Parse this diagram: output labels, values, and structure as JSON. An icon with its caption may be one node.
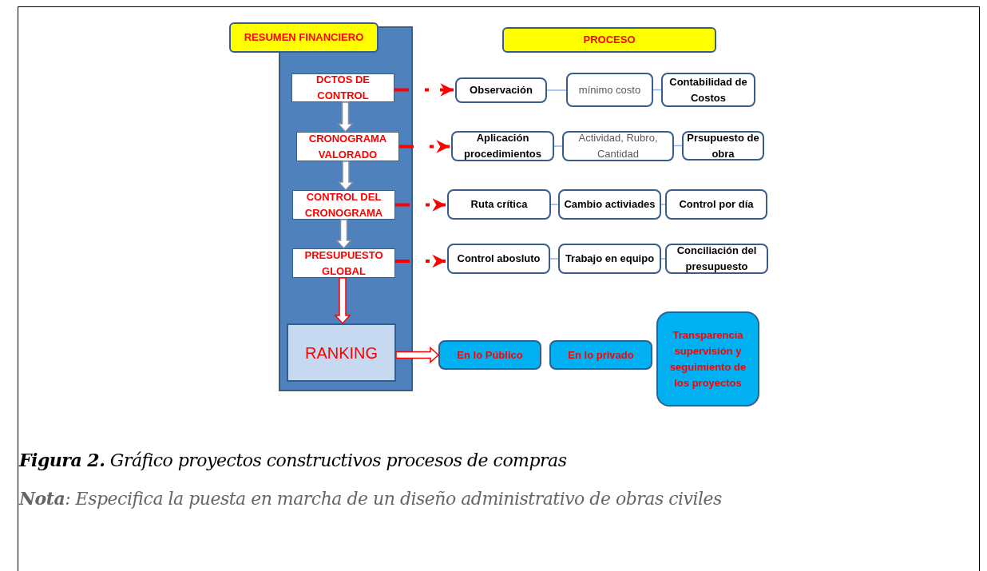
{
  "diagram": {
    "caption": "**Figura 2.** Gráfico proyectos constructivos procesos de compras",
    "nodes": [
      {
        "text": [],
        "shape": "box"
      },
      {
        "text": [
          "RESUMEN FINANCIERO"
        ]
      },
      {
        "text": [
          "PROCESO"
        ]
      },
      {
        "text": [
          "DCTOS DE CONTROL"
        ],
        "in": 0
      },
      {
        "text": [
          "CRONOGRAMA VALORADO"
        ],
        "in": 0
      },
      {
        "text": [
          "CONTROL DEL CRONOGRAMA"
        ],
        "in": 0
      },
      {
        "text": [
          "PRESUPUESTO GLOBAL"
        ],
        "in": 0
      },
      {
        "text": [
          "RANKING"
        ],
        "in": 0
      },
      {
        "text": [
          "Observación"
        ]
      },
      {
        "text": [
          "mínimo costo"
        ]
      },
      {
        "text": [
          "Contabilidad de Costos"
        ]
      },
      {
        "text": [
          "Aplicación procedimientos"
        ]
      },
      {
        "text": [
          "Actividad, Rubro, Cantidad"
        ]
      },
      {
        "text": [
          "Prsupuesto de obra"
        ]
      },
      {
        "text": [
          "Ruta crítica"
        ]
      },
      {
        "text": [
          "Cambio activiades"
        ]
      },
      {
        "text": [
          "Control por día"
        ]
      },
      {
        "text": [
          "Control abosluto"
        ]
      },
      {
        "text": [
          "Trabajo en equipo"
        ]
      },
      {
        "text": [
          "Conciliación del presupuesto"
        ]
      },
      {
        "text": [
          "En lo Público"
        ]
      },
      {
        "text": [
          "En lo privado"
        ]
      },
      {
        "text": [
          "Transparencia supervisión y seguimiento de los proyectos"
        ]
      }
    ],
    "edges": [
      {
        "from": 3,
        "to": 4,
        "arrow": "to",
        "style": "thick",
        "color": "#ffffff"
      },
      {
        "from": 4,
        "to": 5,
        "arrow": "to",
        "style": "thick",
        "color": "#ffffff"
      },
      {
        "from": 5,
        "to": 6,
        "arrow": "to",
        "style": "thick",
        "color": "#ffffff"
      },
      {
        "from": 6,
        "to": 7,
        "arrow": "to",
        "style": "thick",
        "color": "#ff0000"
      },
      {
        "from": 3,
        "to": 8,
        "arrow": "to",
        "style": "dashed",
        "color": "#ff0000"
      },
      {
        "from": 4,
        "to": 11,
        "arrow": "to",
        "style": "dashed",
        "color": "#ff0000"
      },
      {
        "from": 5,
        "to": 14,
        "arrow": "to",
        "style": "dashed",
        "color": "#ff0000"
      },
      {
        "from": 6,
        "to": 17,
        "arrow": "to",
        "style": "dashed",
        "color": "#ff0000"
      },
      {
        "from": 7,
        "to": 20,
        "arrow": "to",
        "style": "thick",
        "color": "#ff0000"
      },
      {
        "from": 8,
        "to": 9,
        "arrow": "none"
      },
      {
        "from": 9,
        "to": 10,
        "arrow": "none"
      },
      {
        "from": 11,
        "to": 12,
        "arrow": "none"
      },
      {
        "from": 12,
        "to": 13,
        "arrow": "none"
      },
      {
        "from": 14,
        "to": 15,
        "arrow": "none"
      },
      {
        "from": 15,
        "to": 16,
        "arrow": "none"
      },
      {
        "from": 17,
        "to": 18,
        "arrow": "none"
      },
      {
        "from": 18,
        "to": 19,
        "arrow": "none"
      }
    ],
    "labels": [
      "**Nota**: Especifica la puesta en marcha de un diseño administrativo de obras civiles"
    ]
  }
}
